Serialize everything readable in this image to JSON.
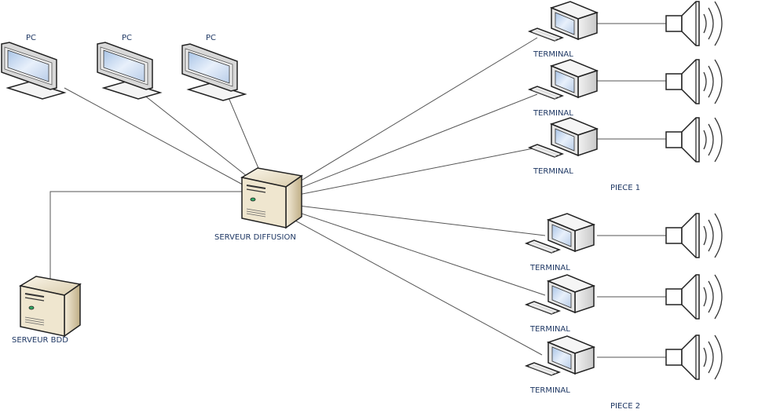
{
  "diagram": {
    "nodes": {
      "pc1": {
        "label": "PC",
        "type": "pc"
      },
      "pc2": {
        "label": "PC",
        "type": "pc"
      },
      "pc3": {
        "label": "PC",
        "type": "pc"
      },
      "serveur_diffusion": {
        "label": "SERVEUR DIFFUSION",
        "type": "server"
      },
      "serveur_bdd": {
        "label": "SERVEUR BDD",
        "type": "server"
      },
      "t1": {
        "label": "TERMINAL",
        "type": "terminal"
      },
      "t2": {
        "label": "TERMINAL",
        "type": "terminal"
      },
      "t3": {
        "label": "TERMINAL",
        "type": "terminal"
      },
      "t4": {
        "label": "TERMINAL",
        "type": "terminal"
      },
      "t5": {
        "label": "TERMINAL",
        "type": "terminal"
      },
      "t6": {
        "label": "TERMINAL",
        "type": "terminal"
      },
      "s1": {
        "type": "speaker"
      },
      "s2": {
        "type": "speaker"
      },
      "s3": {
        "type": "speaker"
      },
      "s4": {
        "type": "speaker"
      },
      "s5": {
        "type": "speaker"
      },
      "s6": {
        "type": "speaker"
      }
    },
    "groups": {
      "piece1": {
        "label": "PIECE 1",
        "members": [
          "t1",
          "t2",
          "t3"
        ]
      },
      "piece2": {
        "label": "PIECE 2",
        "members": [
          "t4",
          "t5",
          "t6"
        ]
      }
    },
    "edges": [
      [
        "pc1",
        "serveur_diffusion"
      ],
      [
        "pc2",
        "serveur_diffusion"
      ],
      [
        "pc3",
        "serveur_diffusion"
      ],
      [
        "serveur_bdd",
        "serveur_diffusion"
      ],
      [
        "serveur_diffusion",
        "t1"
      ],
      [
        "serveur_diffusion",
        "t2"
      ],
      [
        "serveur_diffusion",
        "t3"
      ],
      [
        "serveur_diffusion",
        "t4"
      ],
      [
        "serveur_diffusion",
        "t5"
      ],
      [
        "serveur_diffusion",
        "t6"
      ],
      [
        "t1",
        "s1"
      ],
      [
        "t2",
        "s2"
      ],
      [
        "t3",
        "s3"
      ],
      [
        "t4",
        "s4"
      ],
      [
        "t5",
        "s5"
      ],
      [
        "t6",
        "s6"
      ]
    ]
  }
}
